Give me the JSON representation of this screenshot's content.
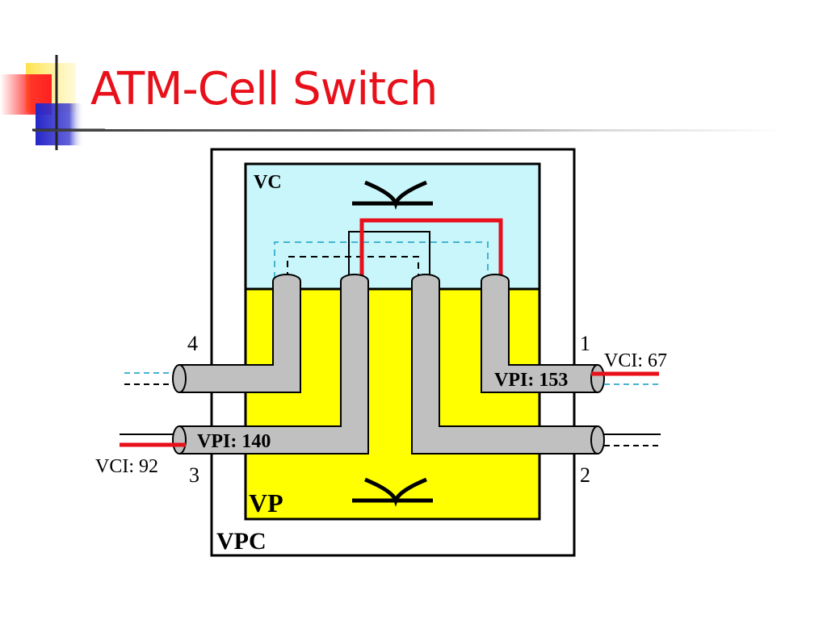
{
  "title": "ATM-Cell Switch",
  "colors": {
    "title": "#e8101a",
    "vc_area": "#c8f6fa",
    "vp_area": "#ffff00",
    "pipe": "#c0c0c0",
    "active_connection": "#e8101a",
    "dashed_connection": "#45b4d2"
  },
  "diagram": {
    "vc_label": "VC",
    "vp_label": "VP",
    "vpc_label": "VPC",
    "ports": {
      "p1": "1",
      "p2": "2",
      "p3": "3",
      "p4": "4"
    },
    "vpi_in": "VPI: 140",
    "vpi_out": "VPI: 153",
    "vci_in": "VCI: 92",
    "vci_out": "VCI: 67"
  }
}
